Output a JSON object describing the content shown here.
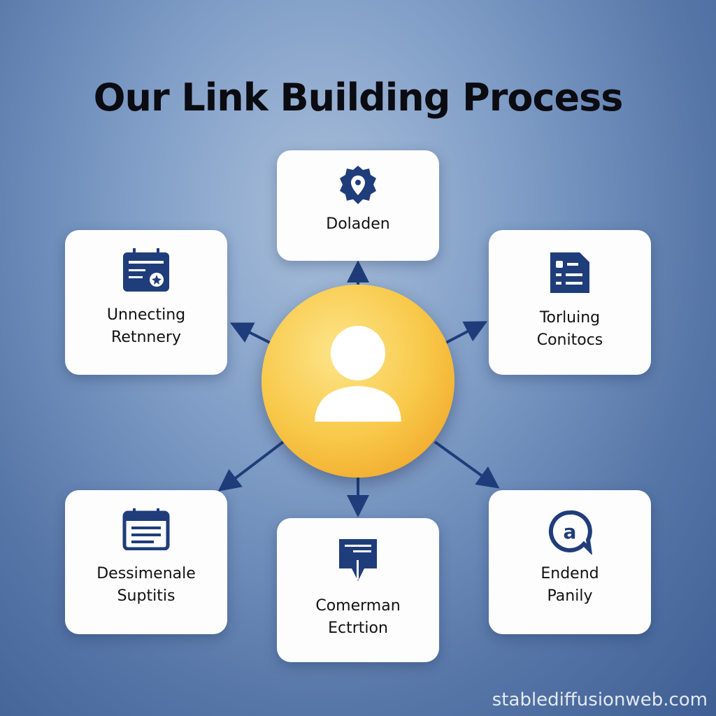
{
  "title": "Our Link Building Process",
  "center": {
    "icon": "user-icon"
  },
  "steps": [
    {
      "label_lines": [
        "Doladen"
      ],
      "icon": "location-badge-icon"
    },
    {
      "label_lines": [
        "Unnecting",
        "Retnnery"
      ],
      "icon": "calendar-icon"
    },
    {
      "label_lines": [
        "Torluing",
        "Conitocs"
      ],
      "icon": "document-list-icon"
    },
    {
      "label_lines": [
        "Dessimenale",
        "Suptitis"
      ],
      "icon": "calendar-list-icon"
    },
    {
      "label_lines": [
        "Comerman",
        "Ectrtion"
      ],
      "icon": "message-icon"
    },
    {
      "label_lines": [
        "Endend",
        "Panily"
      ],
      "icon": "at-chat-icon"
    }
  ],
  "colors": {
    "icon": "#1f3d7a",
    "hub": "#f8c94a",
    "arrow": "#1f3d7a"
  },
  "watermark": "stablediffusionweb.com"
}
